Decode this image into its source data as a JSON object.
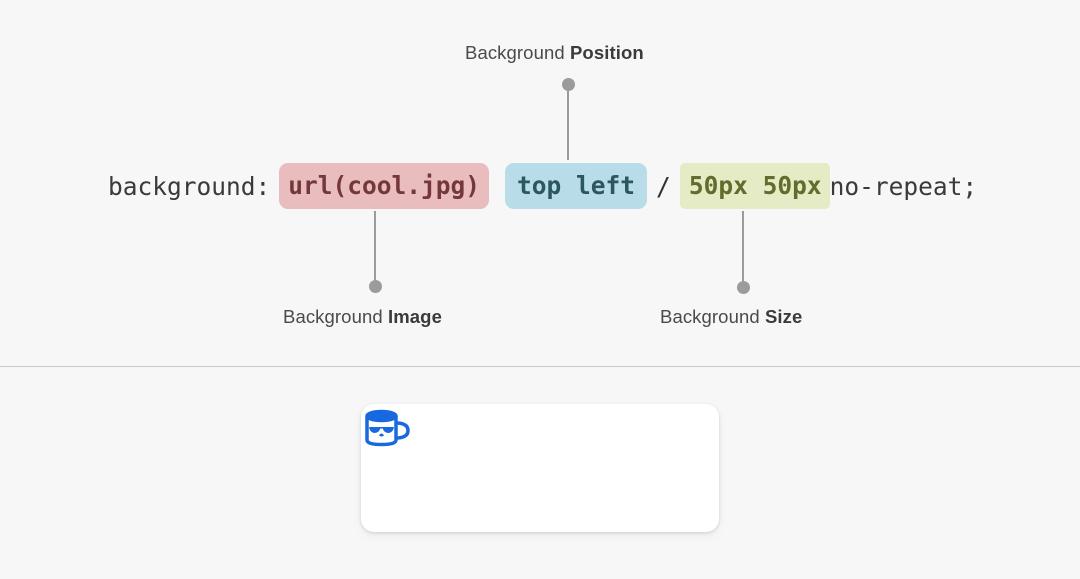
{
  "code": {
    "property": "background:",
    "image_value": "url(cool.jpg)",
    "position_value": "top left",
    "separator": "/",
    "size_value": "50px 50px",
    "repeat_value": "no-repeat;",
    "colors": {
      "image_bg": "#e9bdbe",
      "image_fg": "#74383c",
      "position_bg": "#b8dde8",
      "position_fg": "#2c5664",
      "size_bg": "#e5ebc5",
      "size_fg": "#636c2f",
      "plain_fg": "#333333",
      "page_bg": "#f7f7f7",
      "connector": "#9b9b9b",
      "divider": "#c9c9c9"
    }
  },
  "callouts": {
    "position": {
      "prefix": "Background ",
      "term": "Position"
    },
    "image": {
      "prefix": "Background ",
      "term": "Image"
    },
    "size": {
      "prefix": "Background ",
      "term": "Size"
    }
  },
  "preview": {
    "icon_name": "cool-mug-logo",
    "icon_color": "#1868df",
    "background_color": "#ffffff"
  }
}
